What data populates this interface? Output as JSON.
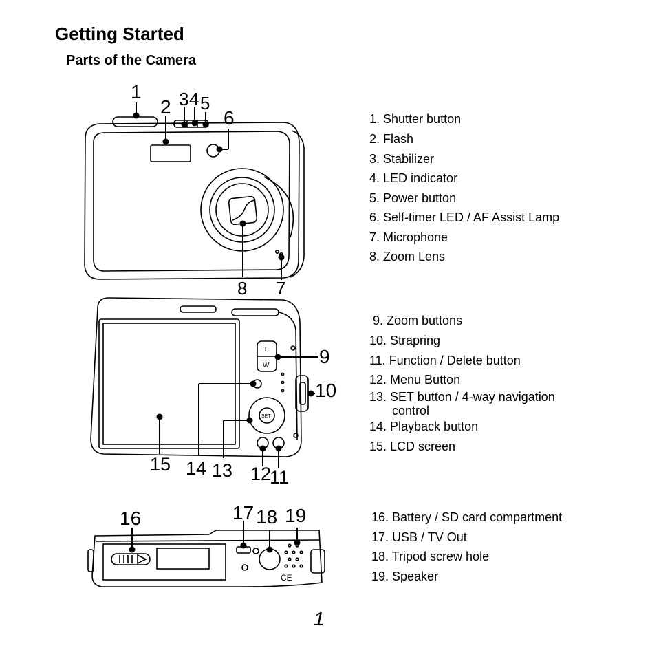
{
  "page": {
    "title": "Getting Started",
    "subtitle": "Parts of the Camera",
    "page_number": "1"
  },
  "front_view": {
    "callouts": [
      "1",
      "2",
      "3",
      "4",
      "5",
      "6",
      "7",
      "8"
    ],
    "legend": [
      "1. Shutter button",
      "2. Flash",
      "3. Stabilizer",
      "4. LED indicator",
      "5. Power button",
      "6. Self-timer LED / AF Assist Lamp",
      "7. Microphone",
      "8. Zoom Lens"
    ]
  },
  "back_view": {
    "callouts": [
      "9",
      "10",
      "11",
      "12",
      "13",
      "14",
      "15"
    ],
    "button_labels": {
      "tele": "T",
      "wide": "W",
      "set": "SET"
    },
    "legend": [
      "9. Zoom buttons",
      "10. Strapring",
      "11. Function / Delete button",
      "12. Menu Button",
      "13. SET button / 4-way navigation",
      "14. Playback button",
      "15. LCD screen"
    ],
    "legend_continuation": "control"
  },
  "bottom_view": {
    "callouts": [
      "16",
      "17",
      "18",
      "19"
    ],
    "mark": "CE",
    "legend": [
      "16. Battery / SD card compartment",
      "17. USB / TV Out",
      "18. Tripod screw hole",
      "19. Speaker"
    ]
  }
}
